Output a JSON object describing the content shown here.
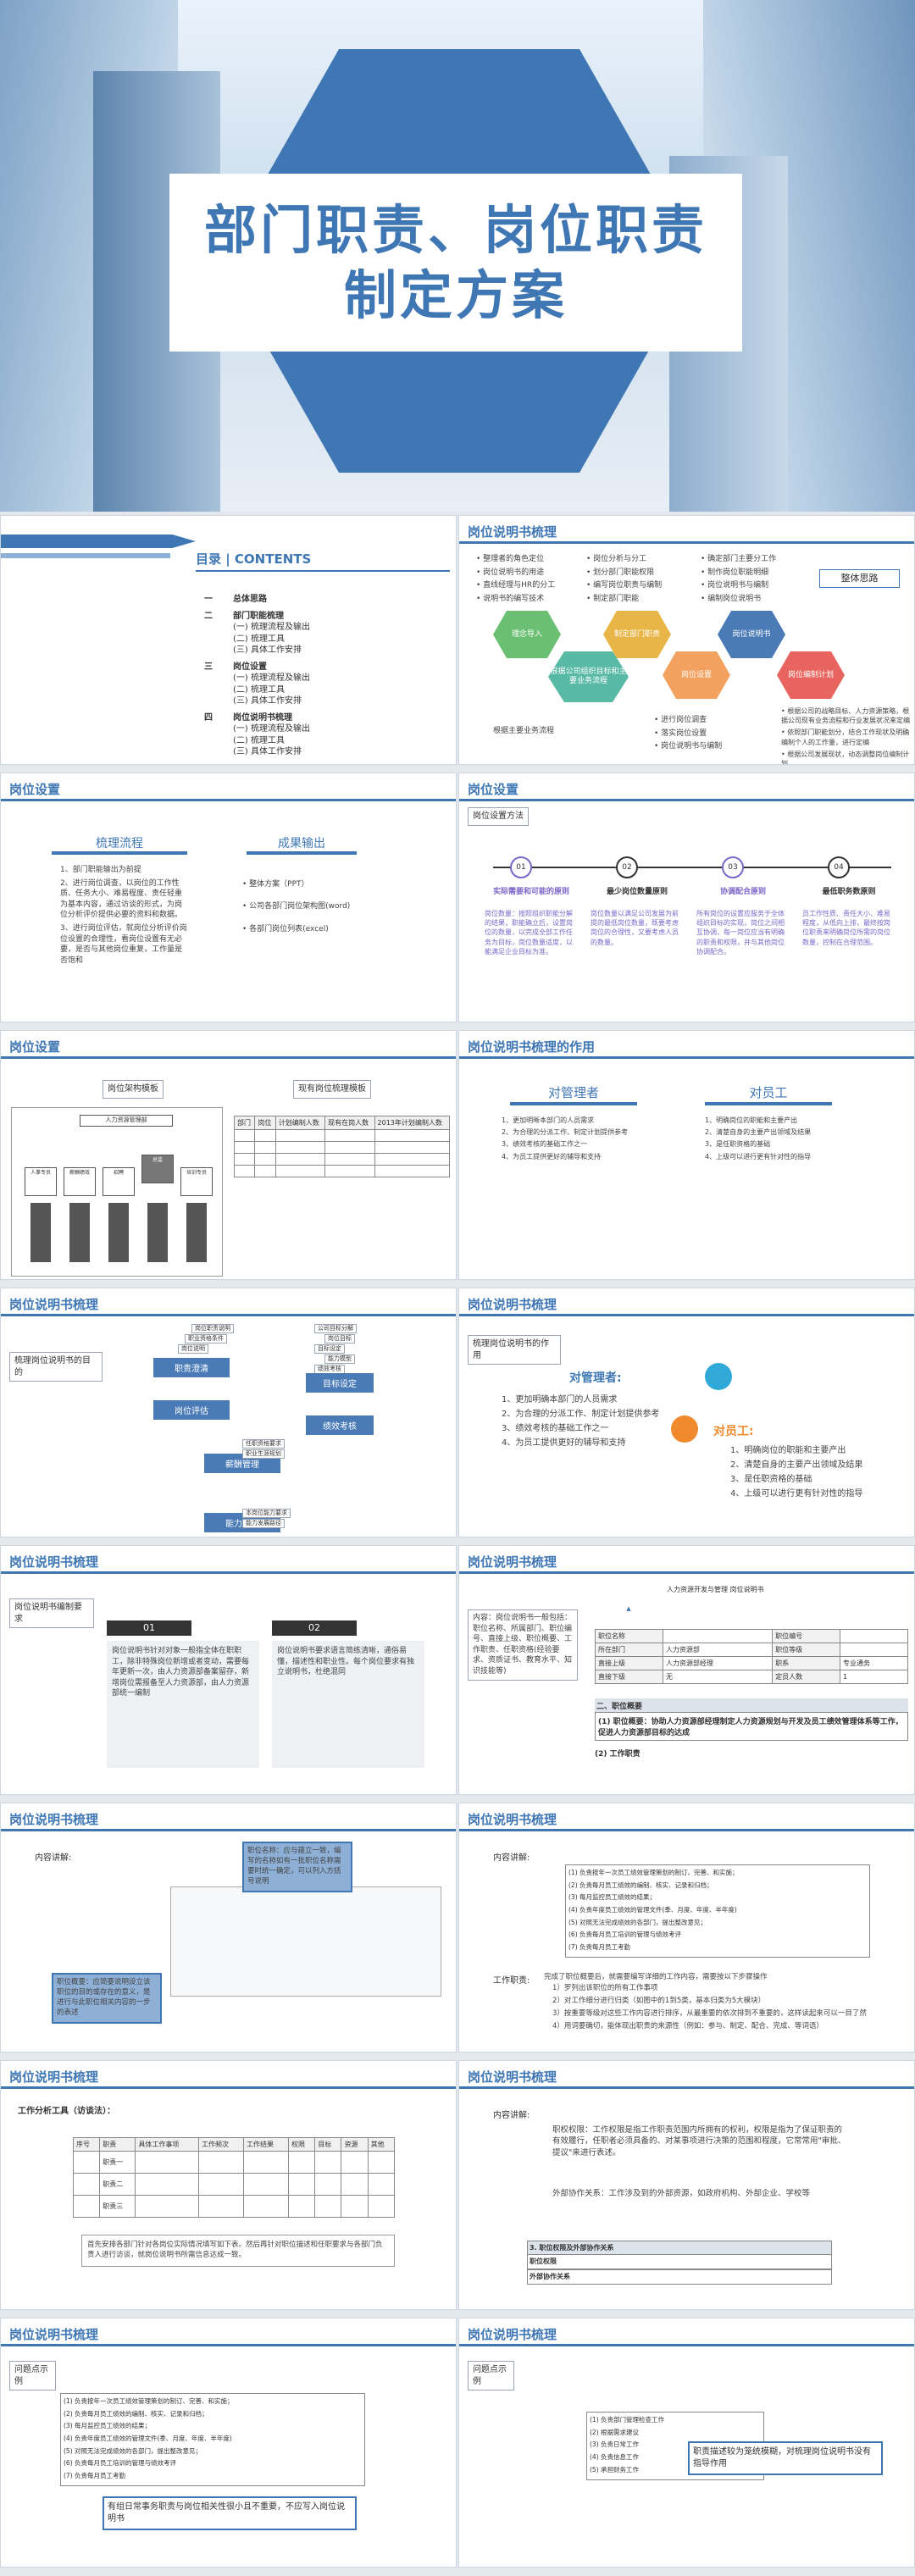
{
  "cover": {
    "title_line1": "部门职责、岗位职责",
    "title_line2": "制定方案"
  },
  "toc": {
    "heading": "目录 | CONTENTS",
    "items": [
      {
        "num": "一",
        "title": "总体思路"
      },
      {
        "num": "二",
        "title": "部门职能梳理",
        "subs": [
          "(一) 梳理流程及输出",
          "(二) 梳理工具",
          "(三) 具体工作安排"
        ]
      },
      {
        "num": "三",
        "title": "岗位设置",
        "subs": [
          "(一) 梳理流程及输出",
          "(二) 梳理工具",
          "(三) 具体工作安排"
        ]
      },
      {
        "num": "四",
        "title": "岗位说明书梳理",
        "subs": [
          "(一) 梳理流程及输出",
          "(二) 梳理工具",
          "(三) 具体工作安排"
        ]
      }
    ]
  },
  "s_overview": {
    "heading": "岗位说明书梳理",
    "label": "整体思路",
    "bullets_a": [
      "整理者的角色定位",
      "岗位说明书的用途",
      "直线经理与HR的分工",
      "说明书的编写技术"
    ],
    "bullets_b": [
      "岗位分析与分工",
      "划分部门职能权限",
      "编写岗位职责与编制",
      "制定部门职能"
    ],
    "bullets_c": [
      "确定部门主要分工作",
      "制作岗位职能明细",
      "岗位说明书与编制",
      "编制岗位说明书"
    ],
    "nodes": [
      "理念导入",
      "制定部门职责",
      "岗位说明书",
      "根据公司组织目标和主要业务流程",
      "岗位设置",
      "岗位编制计划"
    ],
    "left_notes": [
      "根据主要业务流程"
    ],
    "mid_notes": [
      "进行岗位调查",
      "落实岗位设置",
      "岗位说明书与编制"
    ],
    "right_notes": [
      "根据公司的战略目标、人力资源策略，根据公司现有业务流程和行业发展状况来定编",
      "依照部门职能划分，结合工作现状及明确编制个人的工作量，进行定编",
      "根据公司发展现状，动态调整岗位编制计划"
    ]
  },
  "s_post1": {
    "heading": "岗位设置",
    "left_title": "梳理流程",
    "right_title": "成果输出",
    "left_items": [
      "1、部门职能输出为前提",
      "2、进行岗位调查，以岗位的工作性质、任务大小、难易程度、责任轻重为基本内容，通过访谈的形式，为岗位分析评价提供必要的资料和数据。",
      "3、进行岗位评估，就岗位分析评价岗位设置的合理性，看岗位设置有无必要，是否与其他岗位重复，工作量是否饱和"
    ],
    "right_items": [
      "整体方案（PPT）",
      "公司各部门岗位架构图(word)",
      "各部门岗位列表(excel)"
    ]
  },
  "s_post2": {
    "heading": "岗位设置",
    "method": "岗位设置方法",
    "steps": [
      {
        "n": "01",
        "title": "实际需要和可能的原则",
        "desc": "岗位数量：按照组织职能分解的结果，职能确立后，设置岗位的数量，以完成全部工作任务为目标，岗位数量适度，以能满足企业目标为准。"
      },
      {
        "n": "02",
        "title": "最少岗位数量原则",
        "desc": "岗位数量以满足公司发展为前提的最低岗位数量，既要考虑岗位的合理性，又要考虑人员的数量。"
      },
      {
        "n": "03",
        "title": "协调配合原则",
        "desc": "所有岗位的设置应服务于全体组织目标的实现，岗位之间相互协调，每一岗位应当有明确的职责和权限，并与其他岗位协调配合。"
      },
      {
        "n": "04",
        "title": "最低职务数原则",
        "desc": "员工作性质、责任大小、难易程度，从低向上排，最终按岗位职责来明确岗位所需的岗位数量，控制在合理范围。"
      }
    ]
  },
  "s_post3": {
    "heading": "岗位设置",
    "left_tag": "岗位架构模板",
    "right_tag": "现有岗位梳理模板",
    "table_head": [
      "部门",
      "岗位",
      "计划编制人数",
      "现有在岗人数",
      "2013年计划编制人数"
    ],
    "org_top": "人力资源管理部",
    "org_boxes": [
      "人事专员",
      "薪酬绩效",
      "招聘",
      "总监",
      "培训专员"
    ]
  },
  "s_role": {
    "heading": "岗位说明书梳理的作用",
    "manager": "对管理者",
    "staff": "对员工",
    "manager_items": [
      "1、更加明晰本部门的人员需求",
      "2、为合理的分派工作、制定计划提供参考",
      "3、绩效考核的基础工作之一",
      "4、为员工提供更好的辅导和支持"
    ],
    "staff_items": [
      "1、明确岗位的职能和主要产出",
      "2、清楚自身的主要产出领域及结果",
      "3、是任职资格的基础",
      "4、上级可以进行更有针对性的指导"
    ]
  },
  "s_purpose": {
    "heading": "岗位说明书梳理",
    "question": "梳理岗位说明书的目的",
    "left_top": [
      "岗位职责说明",
      "职业资格条件",
      "岗位说明"
    ],
    "left_main": [
      "职责澄清",
      "岗位评估",
      "薪酬管理",
      "能力发展"
    ],
    "right_top": [
      "公司目标分解",
      "岗位目标",
      "目标设定",
      "能力模型",
      "绩效考核"
    ],
    "chain": [
      "任职资格要求",
      "职业生涯规划",
      "本岗位能力要求",
      "能力发展路径"
    ]
  },
  "s_role2": {
    "heading": "岗位说明书梳理",
    "question": "梳理岗位说明书的作用",
    "manager": "对管理者:",
    "staff": "对员工:",
    "manager_items": [
      "1、更加明确本部门的人员需求",
      "2、为合理的分派工作、制定计划提供参考",
      "3、绩效考核的基础工作之一",
      "4、为员工提供更好的辅导和支持"
    ],
    "staff_items": [
      "1、明确岗位的职能和主要产出",
      "2、清楚自身的主要产出领域及结果",
      "3、是任职资格的基础",
      "4、上级可以进行更有针对性的指导"
    ]
  },
  "s_req": {
    "heading": "岗位说明书梳理",
    "tag": "岗位说明书编制要求",
    "n1": "01",
    "n2": "02",
    "text1": "岗位说明书针对对象一般指全体在职职工，除非特殊岗位新增或者变动，需要每年更新一次，由人力资源部备案留存，新增岗位需报备至人力资源部，由人力资源部统一编制",
    "text2": "岗位说明书要求语言简练清晰，通俗易懂，描述性和职业性。每个岗位要求有独立说明书，杜绝混同"
  },
  "s_content": {
    "heading": "岗位说明书梳理",
    "intro": "内容：岗位说明书一般包括：职位名称、所属部门、职位编号、直接上级、职位概要、工作职责、任职资格(经验要求、资质证书、教育水平、知识技能等)",
    "sheet_title": "人力资源开发与管理 岗位说明书",
    "rows": [
      [
        "职位名称",
        "",
        "职位编号",
        ""
      ],
      [
        "所在部门",
        "人力资源部",
        "职位等级",
        ""
      ],
      [
        "直接上级",
        "人力资源部经理",
        "职系",
        "专业通务"
      ],
      [
        "直接下级",
        "无",
        "定员人数",
        "1"
      ]
    ],
    "summary_head": "二、职位概要",
    "summary": "(1) 职位概要：协助人力资源部经理制定人力资源规划与开发及员工绩效管理体系等工作，促进人力资源部目标的达成",
    "duty_head": "(2) 工作职责"
  },
  "s_detail": {
    "heading": "岗位说明书梳理",
    "label": "内容讲解:",
    "callout1": "职位名称：应与建立一致，编写的名称如有一批职位名称需要时统一确定，可以列入方括号说明",
    "callout2": "职位概要：应简要说明设立该职位的目的或存在的意义，是进行与此职位相关内容的一步的表述"
  },
  "s_duty": {
    "heading": "岗位说明书梳理",
    "label": "内容讲解:",
    "work": "工作职责:",
    "duty_items": [
      "(1) 负责按年一次员工绩效管理策划的制订、完善、和实施；",
      "(2) 负责每月员工绩效的编制、核实、记录和归档；",
      "(3) 每月监控员工绩效的结果；",
      "(4) 负责年度员工绩效的管理文件(季、月度、年度、半年度)",
      "(5) 对照无法完成绩效的各部门，提出整改意见；",
      "(6) 负责每月员工培训的管理与绩效考评",
      "(7) 负责每月员工考勤"
    ],
    "steps_intro": "完成了职位概要后，就需要编写详细的工作内容，需要按以下步骤操作",
    "steps": [
      "1）罗列出该职位的所有工作事项",
      "2）对工作细分进行归类（如图中的1到5类，基本归类为5大模块）",
      "3）按重要等级对这些工作内容进行排序，从最重要的依次排到不重要的，这样读起来可以一目了然",
      "4）用词要确切，能体现出职责的来源性（例如：参与、制定、配合、完成、等词语）"
    ]
  },
  "s_tool": {
    "heading": "岗位说明书梳理",
    "label": "工作分析工具（访谈法）：",
    "table_head": [
      "序号",
      "职责",
      "具体工作事项",
      "工作频次",
      "工作结果",
      "权限",
      "目标",
      "资源",
      "其他"
    ],
    "rows": [
      "职责一",
      "职责二",
      "职责三"
    ],
    "note": "首先安排各部门针对各岗位实际情况填写如下表。然后再针对职位描述和任职要求与各部门负责人进行访谈，就岗位说明书所需信息达成一致。"
  },
  "s_auth": {
    "heading": "岗位说明书梳理",
    "label": "内容讲解:",
    "auth": "职权权限：工作权限是指工作职责范围内所拥有的权利，权限是指为了保证职责的有效履行，任职者必须具备的、对某事项进行决策的范围和程度，它常常用\"审批、提议\"来进行表述。",
    "rel": "外部协作关系：工作涉及到的外部资源，如政府机构、外部企业、学校等",
    "table_title": "3. 职位权限及外部协作关系",
    "r1": "职位权限",
    "r2": "外部协作关系"
  },
  "s_ex1": {
    "heading": "岗位说明书梳理",
    "tag": "问题点示例",
    "note": "有组日常事务职责与岗位相关性很小且不重要，不应写入岗位说明书"
  },
  "s_ex2": {
    "heading": "岗位说明书梳理",
    "tag": "问题点示例",
    "note": "职责描述较为笼统模糊，对梳理岗位说明书没有指导作用",
    "items": [
      "(1) 负责部门管理检查工作",
      "(2) 根据需求建议",
      "(3) 负责日常工作",
      "(4) 负责信息工作",
      "(5) 承担财务工作"
    ]
  }
}
